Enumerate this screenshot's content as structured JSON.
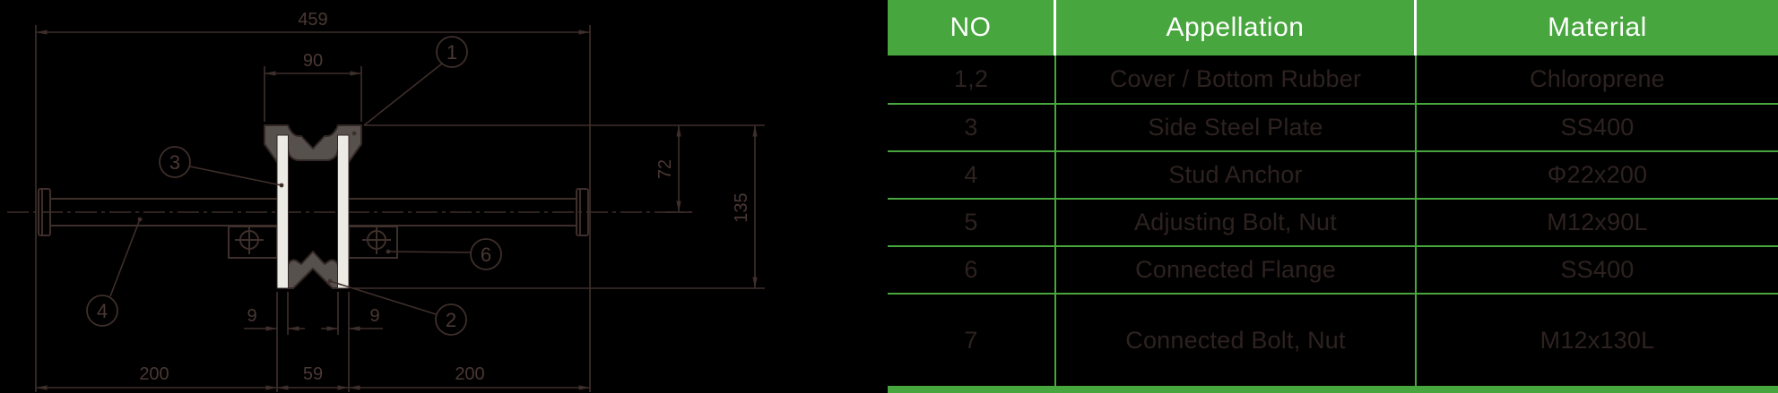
{
  "drawing": {
    "dims": {
      "overall_width": "459",
      "cover_width": "90",
      "center_height": "72",
      "overall_height": "135",
      "left_length": "200",
      "gap_width": "59",
      "right_length": "200",
      "plate_thickness_left": "9",
      "plate_thickness_right": "9"
    },
    "callouts": {
      "c1": "1",
      "c2": "2",
      "c3": "3",
      "c4": "4",
      "c6": "6"
    },
    "colors": {
      "line": "#3e2f2b",
      "rubber_fill": "#57514e",
      "plate_fill": "#eceae4",
      "background": "#000000"
    }
  },
  "table": {
    "headers": [
      "NO",
      "Appellation",
      "Material"
    ],
    "rows": [
      [
        "1,2",
        "Cover / Bottom Rubber",
        "Chloroprene"
      ],
      [
        "3",
        "Side Steel Plate",
        "SS400"
      ],
      [
        "4",
        "Stud Anchor",
        "Φ22x200"
      ],
      [
        "5",
        "Adjusting Bolt, Nut",
        "M12x90L"
      ],
      [
        "6",
        "Connected Flange",
        "SS400"
      ],
      [
        "7",
        "Connected Bolt, Nut",
        "M12x130L"
      ]
    ],
    "colors": {
      "header_bg": "#47a63d",
      "header_text": "#ffffff",
      "grid": "#47a63d",
      "body_text": "#2d2220"
    }
  }
}
